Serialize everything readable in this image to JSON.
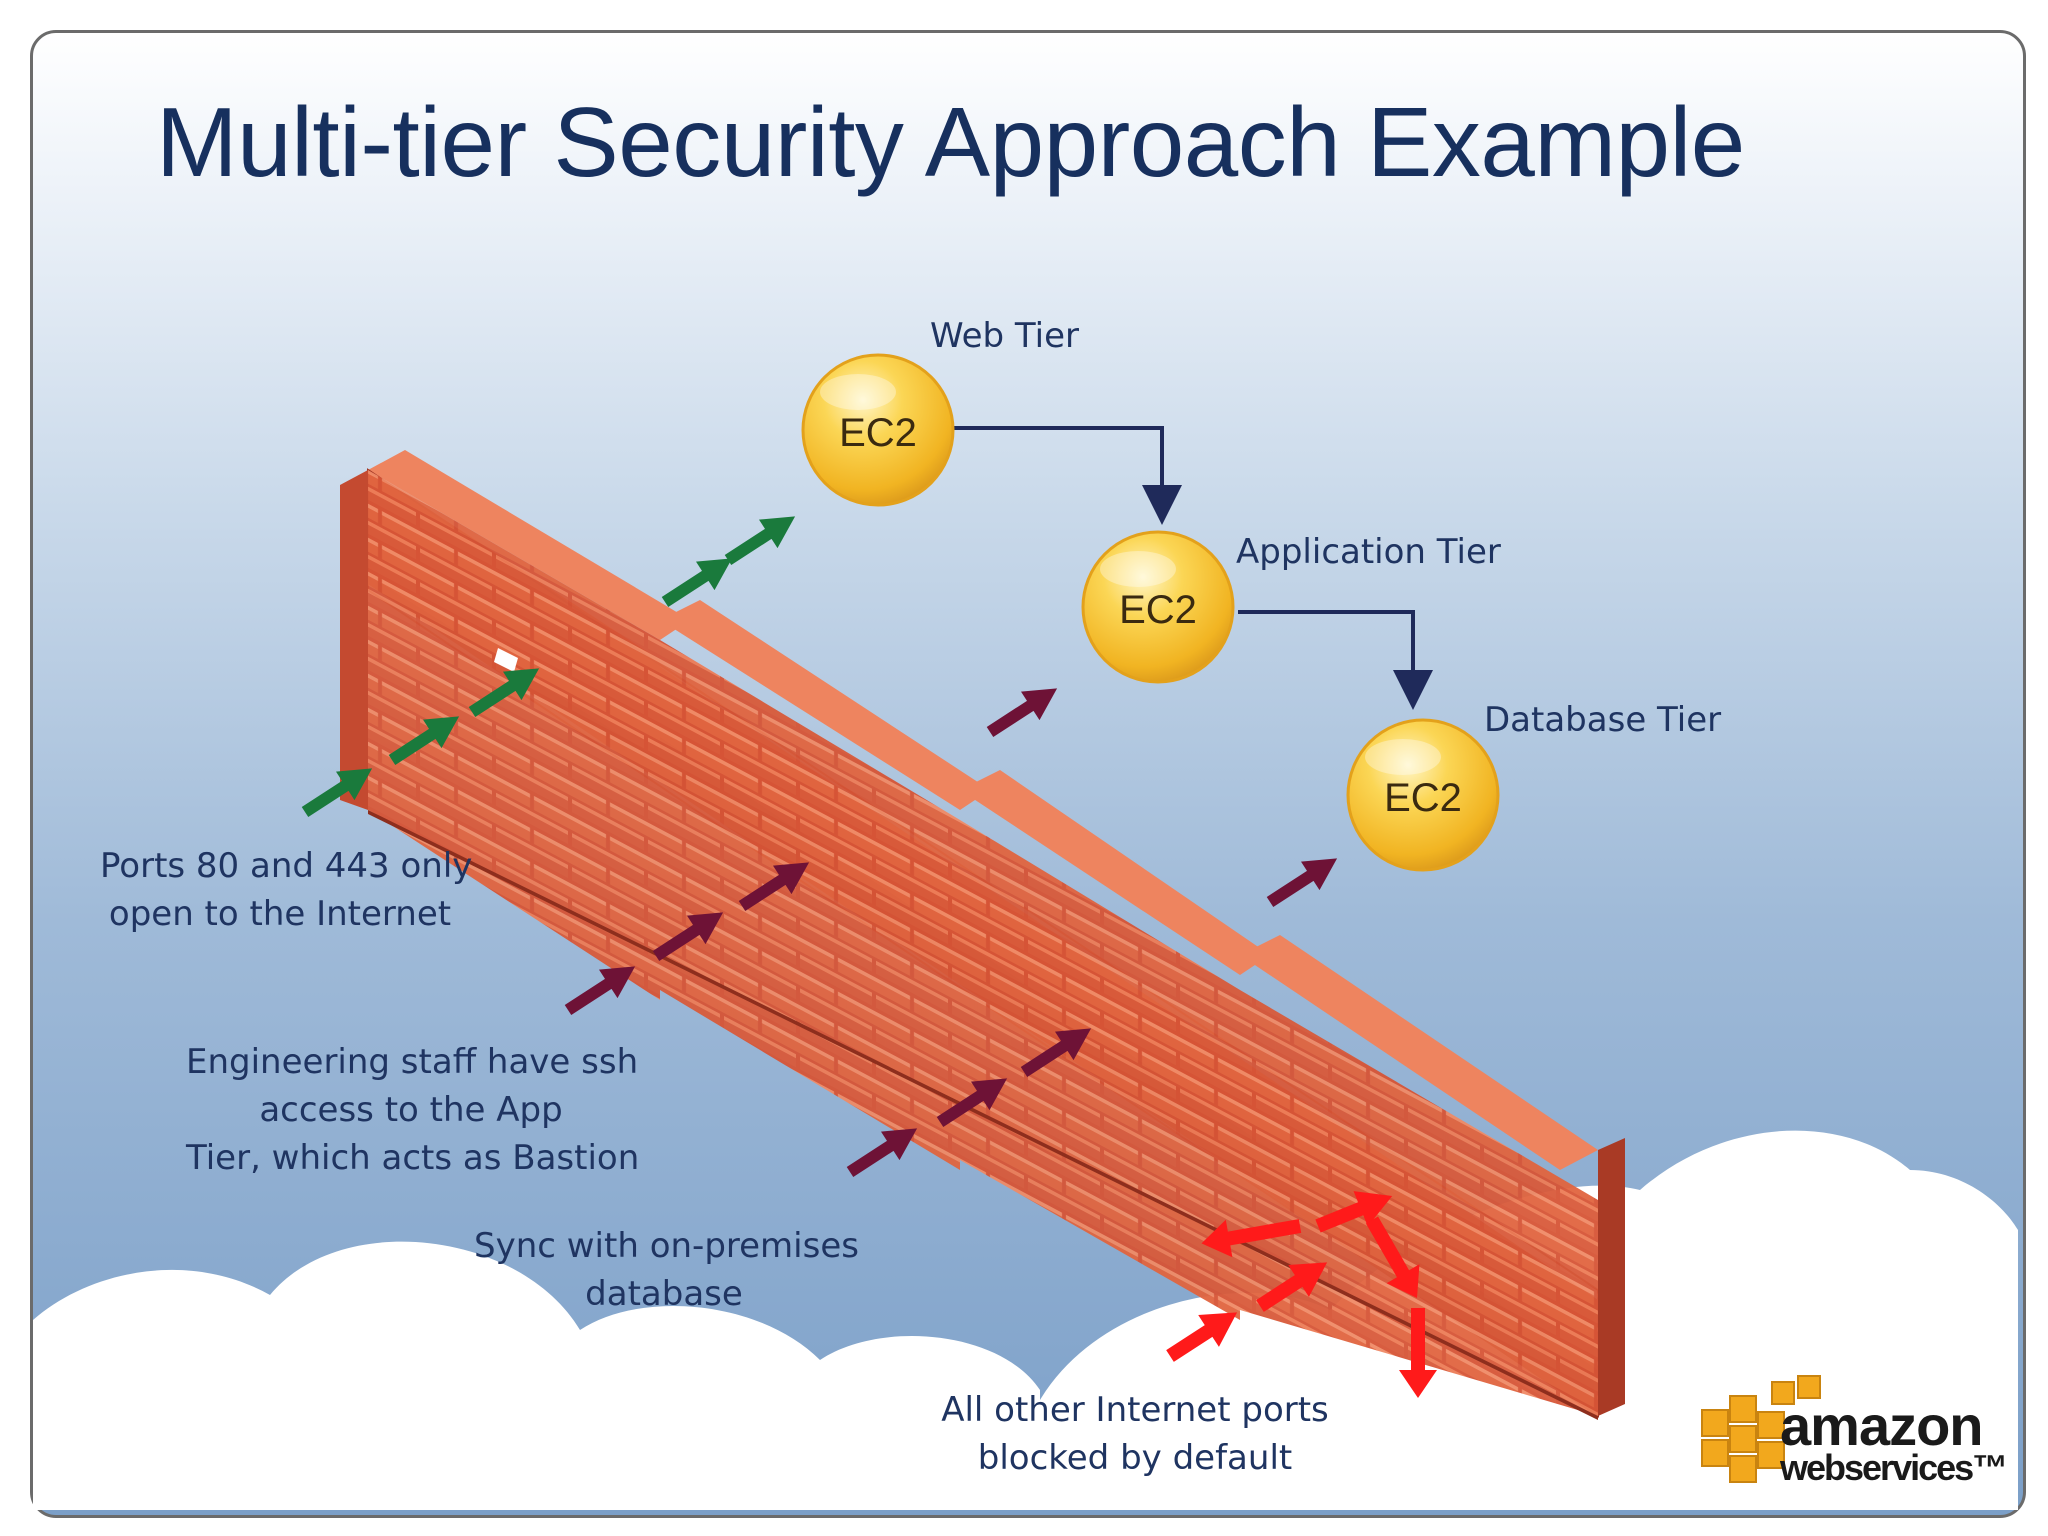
{
  "title": "Multi-tier Security Approach Example",
  "tiers": {
    "web": {
      "label": "Web Tier",
      "node": "EC2"
    },
    "app": {
      "label": "Application Tier",
      "node": "EC2"
    },
    "db": {
      "label": "Database Tier",
      "node": "EC2"
    }
  },
  "notes": {
    "ports": [
      "Ports 80 and 443 only",
      "open to the Internet"
    ],
    "ssh": [
      "Engineering staff have ssh",
      "access to the App",
      "Tier, which acts as Bastion"
    ],
    "sync": [
      "Sync with on-premises",
      "database"
    ],
    "blocked": [
      "All other Internet ports",
      "blocked by default"
    ]
  },
  "logo": {
    "line1": "amazon",
    "line2": "webservices™"
  },
  "colors": {
    "title": "#17305e",
    "text": "#1f3461",
    "allowed_arrow": "#1a7a3c",
    "internal_arrow": "#6e1236",
    "blocked_arrow": "#ff1a1a",
    "brick": "#d9573a",
    "ec2": "#f6c234",
    "connector": "#1f2a5a"
  }
}
